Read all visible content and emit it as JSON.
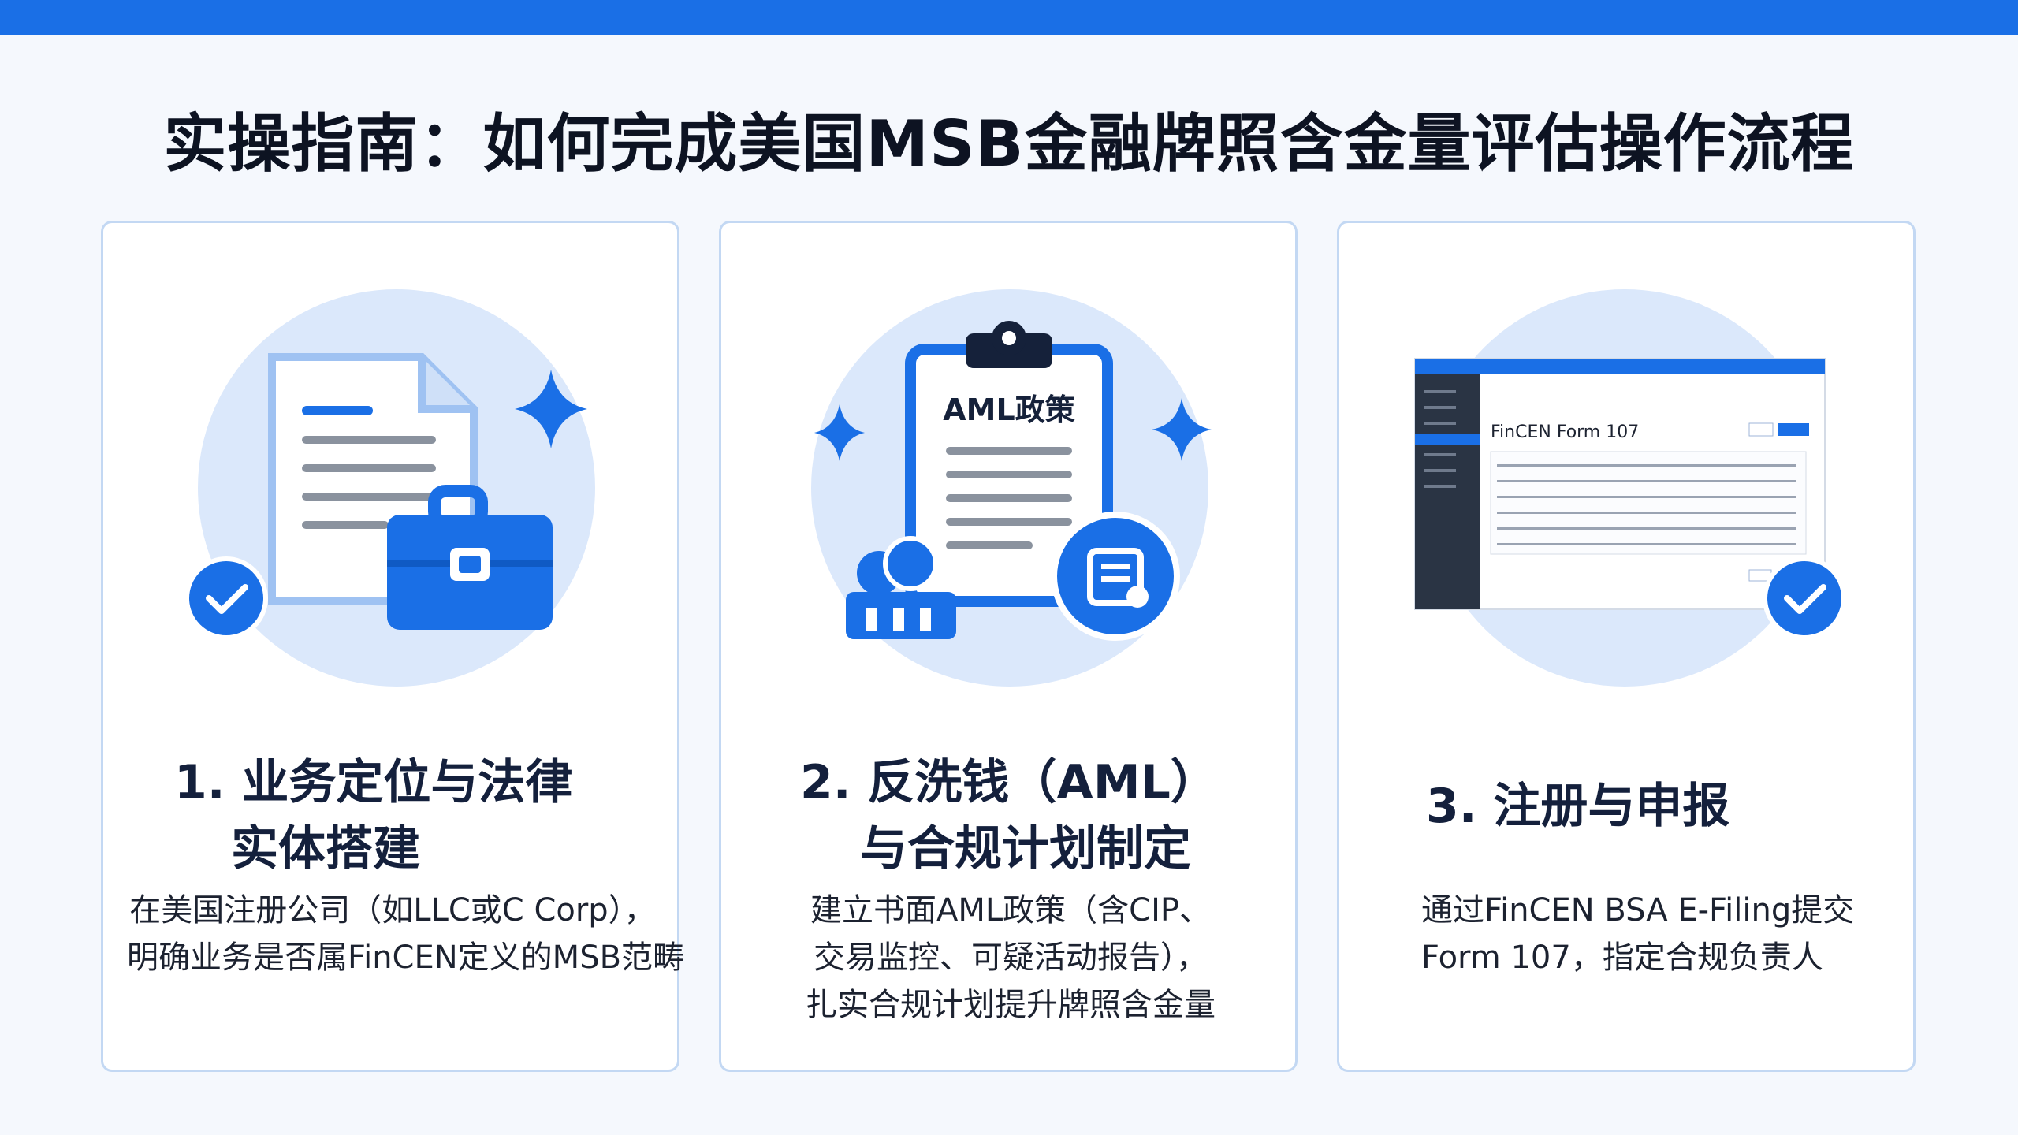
{
  "title": "实操指南：如何完成美国MSB金融牌照含金量评估操作流程",
  "colors": {
    "accent": "#1a6fe6",
    "light_circle": "#dbe8fb",
    "card_border": "#c3d8f3"
  },
  "steps": [
    {
      "title_line1": "1. 业务定位与法律",
      "title_line2": "实体搭建",
      "desc_line1": "在美国注册公司（如LLC或C Corp），",
      "desc_line2": "明确业务是否属FinCEN定义的MSB范畴",
      "icons": [
        "document-icon",
        "briefcase-icon",
        "sparkle-icon",
        "check-icon"
      ]
    },
    {
      "title_line1": "2. 反洗钱（AML）",
      "title_line2": "与合规计划制定",
      "desc_line1": "建立书面AML政策（含CIP、",
      "desc_line2": "交易监控、可疑活动报告），",
      "desc_line3": "扎实合规计划提升牌照含金量",
      "clipboard_label": "AML政策",
      "icons": [
        "clipboard-icon",
        "team-icon",
        "report-icon",
        "sparkle-icon"
      ]
    },
    {
      "title_line1": "3. 注册与申报",
      "desc_line1": "通过FinCEN BSA E-Filing提交",
      "desc_line2": "Form 107，指定合规负责人",
      "screen_heading": "FinCEN Form 107",
      "icons": [
        "dashboard-screenshot-icon",
        "check-icon"
      ]
    }
  ]
}
